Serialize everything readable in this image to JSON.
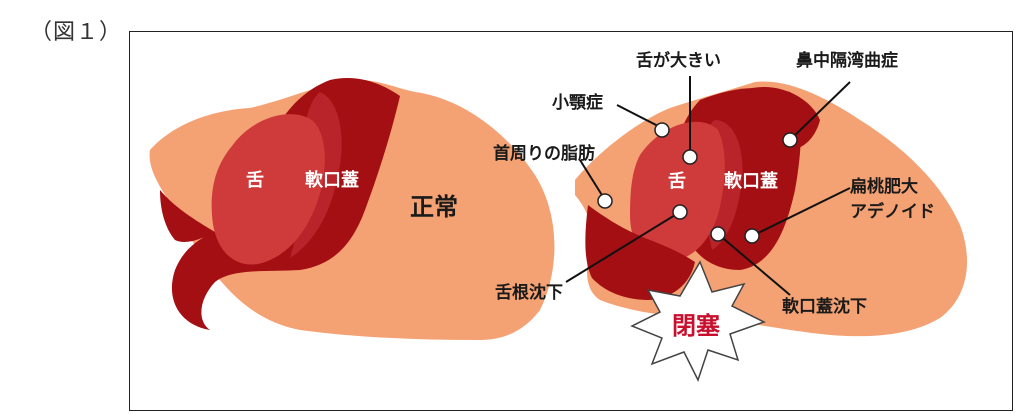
{
  "figure_label": "（図１）",
  "normal": {
    "tongue_label": "舌",
    "soft_palate_label": "軟口蓋",
    "state_label": "正常"
  },
  "apnea": {
    "tongue_label": "舌",
    "soft_palate_label": "軟口蓋",
    "callouts": {
      "big_tongue": "舌が大きい",
      "septum": "鼻中隔湾曲症",
      "small_jaw": "小顎症",
      "neck_fat": "首周りの脂肪",
      "tonsils_line1": "扁桃肥大",
      "tonsils_line2": "アデノイド",
      "tongue_base": "舌根沈下",
      "palate_drop": "軟口蓋沈下"
    },
    "blockage_label": "閉塞"
  },
  "colors": {
    "skin": "#f4a173",
    "airway_dark": "#a30f12",
    "tongue": "#cf3a3a",
    "palate": "#b8242a",
    "burst_fill": "#ffffff",
    "burst_stroke": "#444444"
  }
}
